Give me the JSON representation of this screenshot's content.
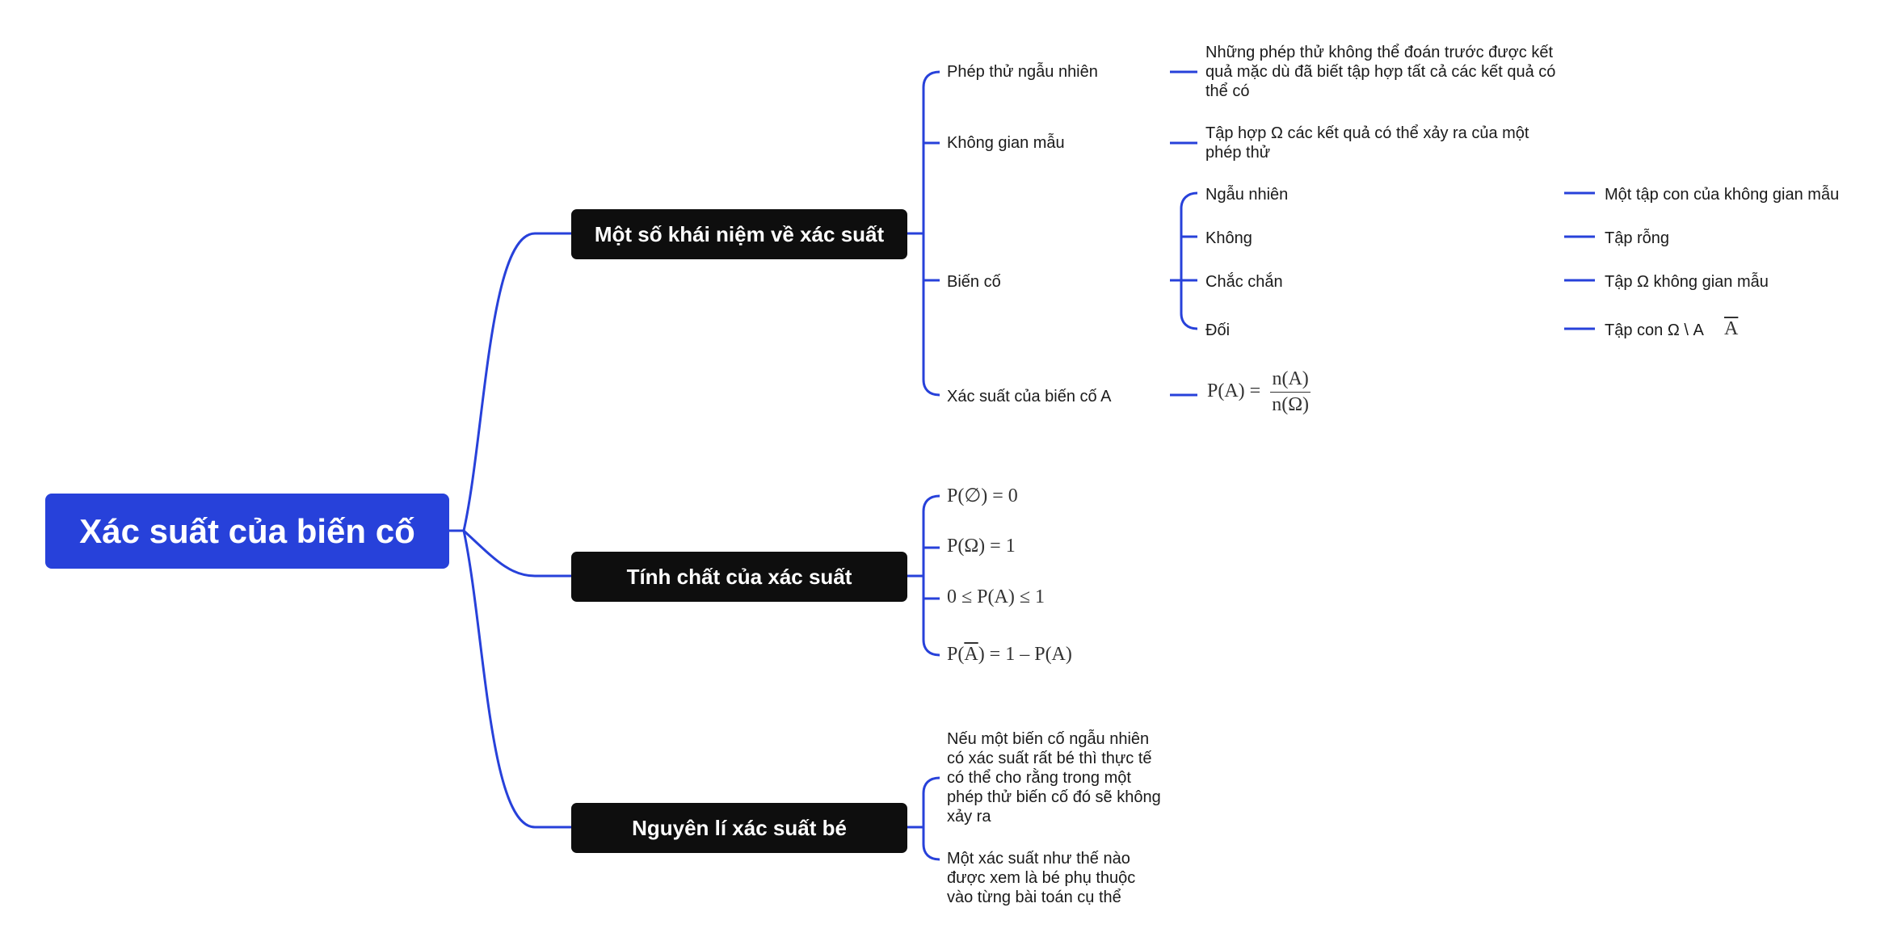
{
  "root": {
    "title": "Xác suất của biến cố"
  },
  "colors": {
    "root": "#2741da",
    "branch": "#0e0e0e",
    "link": "#2741da"
  },
  "branches": [
    {
      "label": "Một số khái niệm về xác suất",
      "items": [
        {
          "label": "Phép thử ngẫu nhiên",
          "detail": "Những phép thử không thể đoán trước được kết quả mặc dù đã biết tập hợp tất cả các kết quả có thể có"
        },
        {
          "label": "Không gian mẫu",
          "detail": "Tập hợp Ω các kết quả có thể xảy ra của một phép thử"
        },
        {
          "label": "Biến cố",
          "children": [
            {
              "label": "Ngẫu nhiên",
              "detail": "Một tập con của không gian mẫu"
            },
            {
              "label": "Không",
              "detail": "Tập rỗng"
            },
            {
              "label": "Chắc chắn",
              "detail": "Tập Ω không gian mẫu"
            },
            {
              "label": "Đối",
              "detail": "Tập con Ω \\ A",
              "symbol": "A"
            }
          ]
        },
        {
          "label": "Xác suất của biến cố A",
          "formula": {
            "lhs": "P(A) =",
            "num": "n(A)",
            "den": "n(Ω)"
          }
        }
      ]
    },
    {
      "label": "Tính chất của xác suất",
      "items": [
        {
          "formula": "P(∅) = 0"
        },
        {
          "formula": "P(Ω) = 1"
        },
        {
          "formula": "0 ≤ P(A) ≤ 1"
        },
        {
          "formula": {
            "pre": "P(",
            "bar": "A",
            "post": ") = 1 – P(A)"
          }
        }
      ]
    },
    {
      "label": "Nguyên lí xác suất bé",
      "items": [
        {
          "text": "Nếu một biến cố ngẫu nhiên có xác suất rất bé thì thực tế có thể cho rằng trong một phép thử biến cố đó sẽ không xảy ra"
        },
        {
          "text": "Một xác suất như thế nào được xem là bé phụ thuộc vào từng bài toán cụ thể"
        }
      ]
    }
  ]
}
